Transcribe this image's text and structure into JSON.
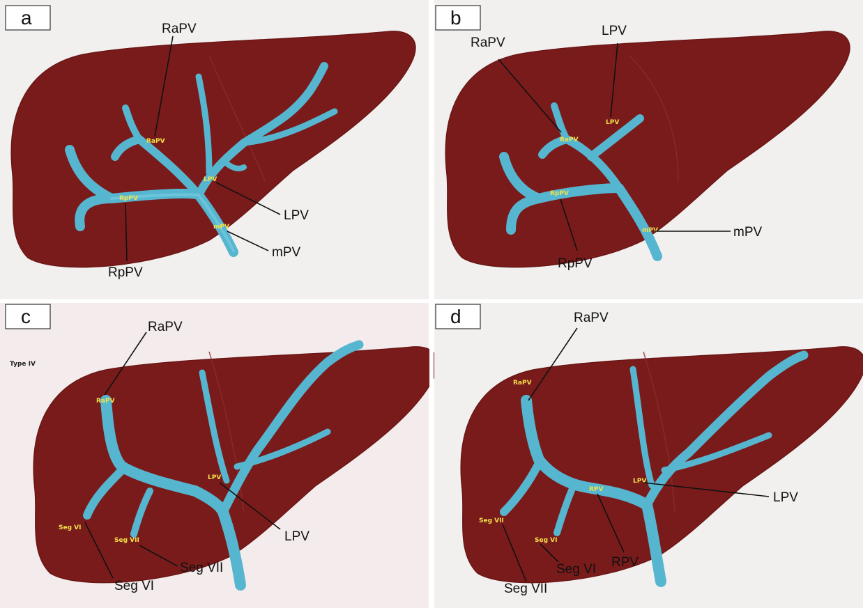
{
  "colors": {
    "liver": "#7a1b1b",
    "vein": "#56b6cf",
    "drawn_label": "#f2e14a",
    "paper": "#f1f0ee"
  },
  "panels": [
    {
      "letter": "a",
      "drawn_labels": [
        "RaPV",
        "RpPV",
        "LPV",
        "mPV"
      ],
      "callouts": [
        "RaPV",
        "LPV",
        "mPV",
        "RpPV"
      ]
    },
    {
      "letter": "b",
      "drawn_labels": [
        "RaPV",
        "LPV",
        "RpPV",
        "mPV"
      ],
      "callouts": [
        "RaPV",
        "LPV",
        "mPV",
        "RpPV"
      ]
    },
    {
      "letter": "c",
      "note": "Type IV",
      "drawn_labels": [
        "RaPV",
        "LPV",
        "Seg VI",
        "Seg VII"
      ],
      "callouts": [
        "RaPV",
        "LPV",
        "Seg VII",
        "Seg VI"
      ]
    },
    {
      "letter": "d",
      "drawn_labels": [
        "RaPV",
        "LPV",
        "RPV",
        "Seg VII",
        "Seg VI"
      ],
      "callouts": [
        "RaPV",
        "LPV",
        "Seg VII",
        "Seg VI",
        "RPV"
      ]
    }
  ]
}
